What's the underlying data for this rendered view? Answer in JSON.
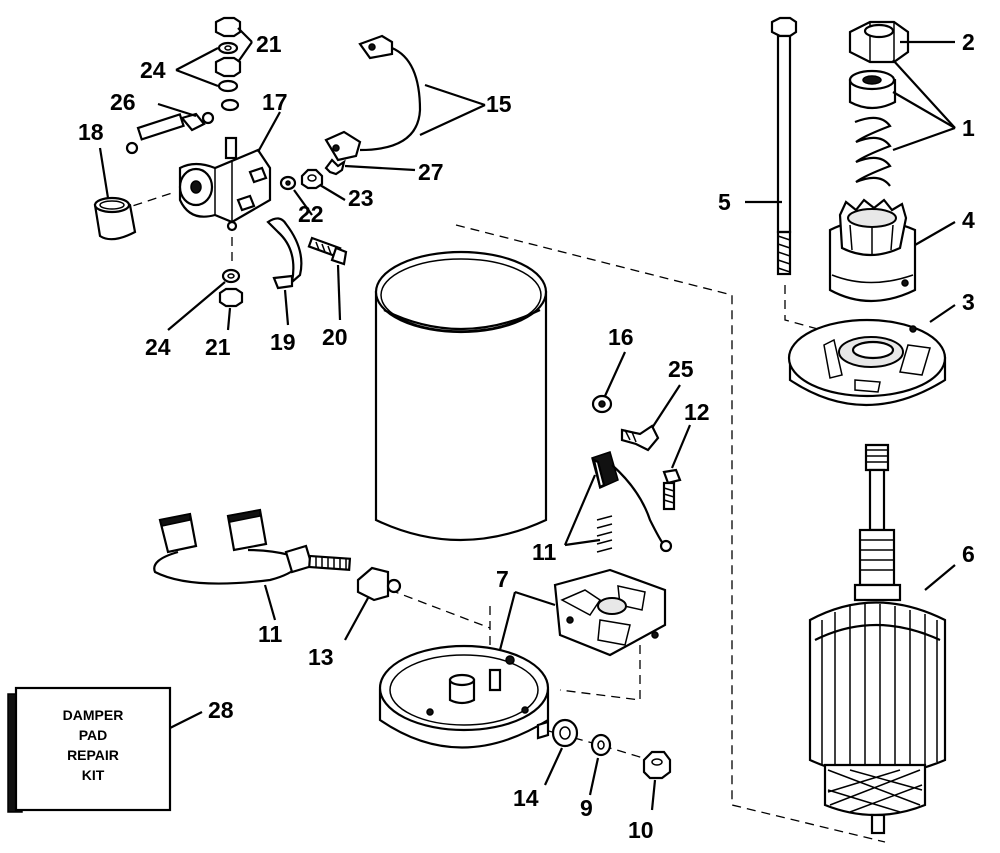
{
  "callouts": {
    "c1": "1",
    "c2": "2",
    "c3": "3",
    "c4": "4",
    "c5": "5",
    "c6": "6",
    "c7": "7",
    "c9": "9",
    "c10": "10",
    "c11a": "11",
    "c11b": "11",
    "c12": "12",
    "c13": "13",
    "c14": "14",
    "c15": "15",
    "c16": "16",
    "c17": "17",
    "c18": "18",
    "c19": "19",
    "c20": "20",
    "c21a": "21",
    "c21b": "21",
    "c22": "22",
    "c23": "23",
    "c24a": "24",
    "c24b": "24",
    "c25": "25",
    "c26": "26",
    "c27": "27",
    "c28": "28"
  },
  "kit_box": {
    "line1": "DAMPER",
    "line2": "PAD",
    "line3": "REPAIR",
    "line4": "KIT"
  }
}
